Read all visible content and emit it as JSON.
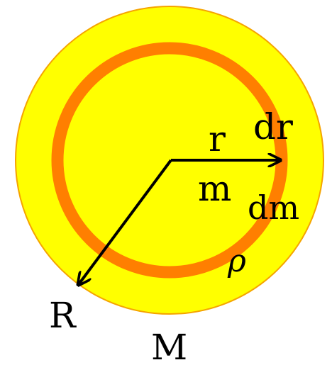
{
  "labels": {
    "r": "r",
    "dr": "dr",
    "m": "m",
    "dm": "dm",
    "rho": "ρ",
    "R": "R",
    "M": "M"
  },
  "colors": {
    "sphere_fill": "#FFFF00",
    "sphere_edge": "#F5A400",
    "shell": "#FF7F00",
    "arrow": "#000000",
    "text": "#000000"
  }
}
